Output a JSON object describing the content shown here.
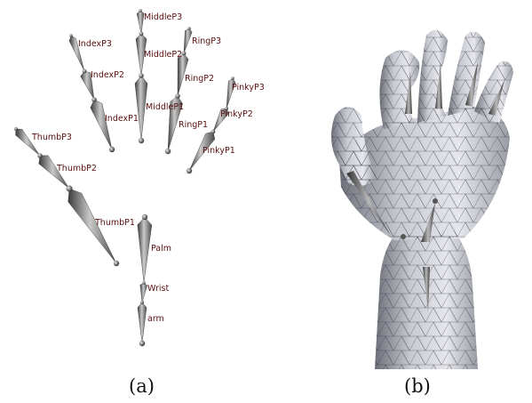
{
  "figure_a": {
    "caption": "(a)",
    "bones": [
      {
        "id": "thumb-p3",
        "label": "ThumbP3"
      },
      {
        "id": "thumb-p2",
        "label": "ThumbP2"
      },
      {
        "id": "thumb-p1",
        "label": "ThumbP1"
      },
      {
        "id": "index-p3",
        "label": "IndexP3"
      },
      {
        "id": "index-p2",
        "label": "IndexP2"
      },
      {
        "id": "index-p1",
        "label": "IndexP1"
      },
      {
        "id": "middle-p3",
        "label": "MiddleP3"
      },
      {
        "id": "middle-p2",
        "label": "MiddleP2"
      },
      {
        "id": "middle-p1",
        "label": "MiddleP1"
      },
      {
        "id": "ring-p3",
        "label": "RingP3"
      },
      {
        "id": "ring-p2",
        "label": "RingP2"
      },
      {
        "id": "ring-p1",
        "label": "RingP1"
      },
      {
        "id": "pinky-p3",
        "label": "PinkyP3"
      },
      {
        "id": "pinky-p2",
        "label": "PinkyP2"
      },
      {
        "id": "pinky-p1",
        "label": "PinkyP1"
      },
      {
        "id": "palm",
        "label": "Palm"
      },
      {
        "id": "wrist",
        "label": "Wrist"
      },
      {
        "id": "arm",
        "label": "arm"
      }
    ]
  },
  "figure_b": {
    "caption": "(b)"
  }
}
